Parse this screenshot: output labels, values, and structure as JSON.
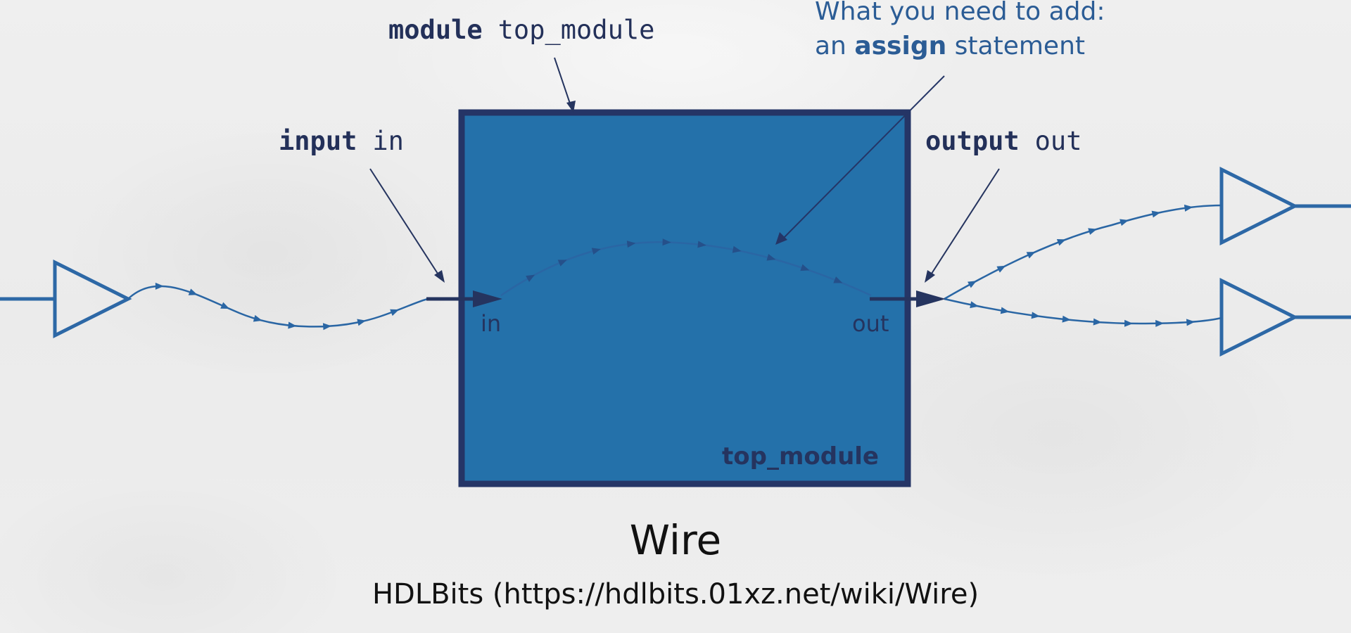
{
  "diagram": {
    "module_label": {
      "keyword": "module",
      "name": "top_module"
    },
    "input_label": {
      "keyword": "input",
      "name": "in"
    },
    "output_label": {
      "keyword": "output",
      "name": "out"
    },
    "note": {
      "line1": "What you need to add:",
      "line2_prefix": "an ",
      "line2_keyword": "assign",
      "line2_suffix": " statement"
    },
    "port_in_label": "in",
    "port_out_label": "out",
    "box_label": "top_module"
  },
  "caption": {
    "title": "Wire",
    "subtitle": "HDLBits (https://hdlbits.01xz.net/wiki/Wire)"
  },
  "colors": {
    "box_fill": "#2471aa",
    "box_border": "#253566",
    "wire": "#2a66a4",
    "dark_arrow": "#25345f",
    "label_navy": "#233059",
    "note_blue": "#2b5c95",
    "buffer": "#2d68a6"
  }
}
